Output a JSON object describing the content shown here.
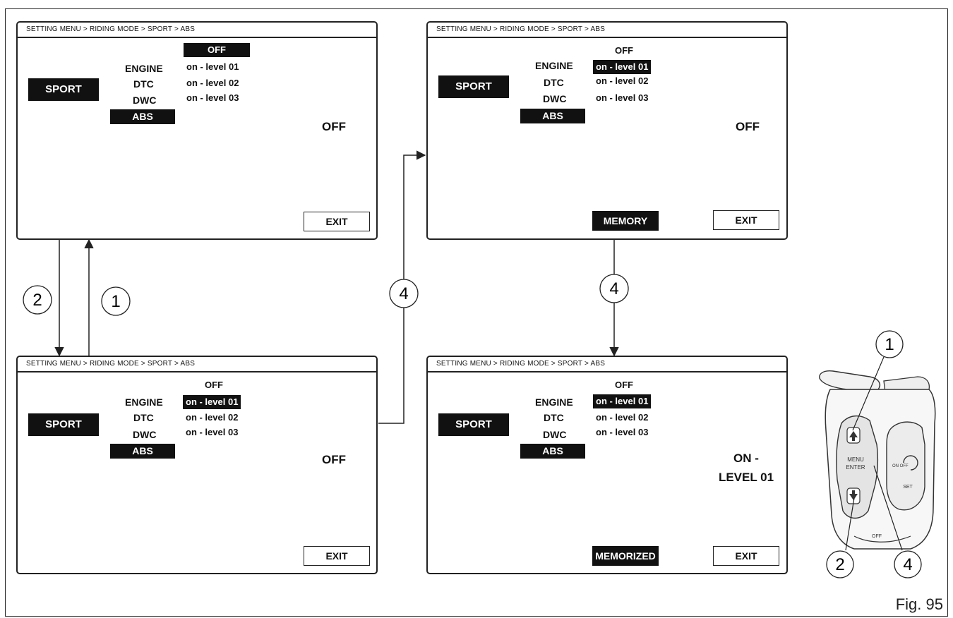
{
  "figure_label": "Fig. 95",
  "callouts": {
    "up": "1",
    "down": "2",
    "enter": "4"
  },
  "screens": {
    "top_left": {
      "breadcrumb": "SETTING MENU > RIDING MODE > SPORT > ABS",
      "mode": "SPORT",
      "menu": [
        "ENGINE",
        "DTC",
        "DWC",
        "ABS"
      ],
      "options": [
        "OFF",
        "on - level 01",
        "on - level 02",
        "on - level 03"
      ],
      "value": "OFF",
      "exit": "EXIT"
    },
    "top_right": {
      "breadcrumb": "SETTING MENU > RIDING MODE > SPORT > ABS",
      "mode": "SPORT",
      "menu": [
        "ENGINE",
        "DTC",
        "DWC",
        "ABS"
      ],
      "options": [
        "OFF",
        "on - level 01",
        "on - level 02",
        "on - level 03"
      ],
      "value": "OFF",
      "status": "MEMORY",
      "exit": "EXIT"
    },
    "bottom_left": {
      "breadcrumb": "SETTING MENU > RIDING MODE > SPORT > ABS",
      "mode": "SPORT",
      "menu": [
        "ENGINE",
        "DTC",
        "DWC",
        "ABS"
      ],
      "options": [
        "OFF",
        "on - level 01",
        "on - level 02",
        "on - level 03"
      ],
      "value": "OFF",
      "exit": "EXIT"
    },
    "bottom_right": {
      "breadcrumb": "SETTING MENU > RIDING MODE > SPORT > ABS",
      "mode": "SPORT",
      "menu": [
        "ENGINE",
        "DTC",
        "DWC",
        "ABS"
      ],
      "options": [
        "OFF",
        "on - level 01",
        "on - level 02",
        "on - level 03"
      ],
      "value_line1": "ON -",
      "value_line2": "LEVEL 01",
      "status": "MEMORIZED",
      "exit": "EXIT"
    }
  },
  "controller": {
    "menu_label": "MENU",
    "enter_label": "ENTER",
    "on_off_label": "ON OFF",
    "set_label": "SET",
    "off_label": "OFF"
  }
}
